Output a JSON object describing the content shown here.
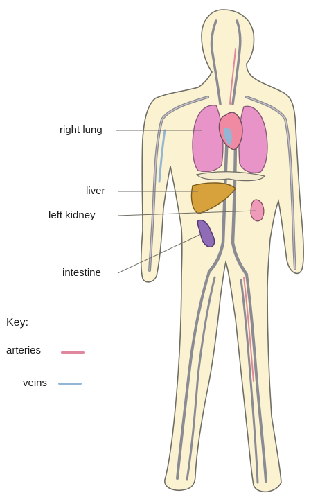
{
  "labels": {
    "right_lung": "right lung",
    "liver": "liver",
    "left_kidney": "left kidney",
    "intestine": "intestine"
  },
  "key": {
    "title": "Key:",
    "arteries": "arteries",
    "veins": "veins"
  },
  "colors": {
    "artery": "#e1879d",
    "vein": "#93b6d4",
    "body_fill": "#fbf2d2",
    "body_outline": "#6f6e66",
    "lung": "#e894c8",
    "liver": "#d7a13c",
    "kidney": "#ef9ab8",
    "intestine": "#8f6cb5",
    "vessel": "#8b8b93"
  }
}
